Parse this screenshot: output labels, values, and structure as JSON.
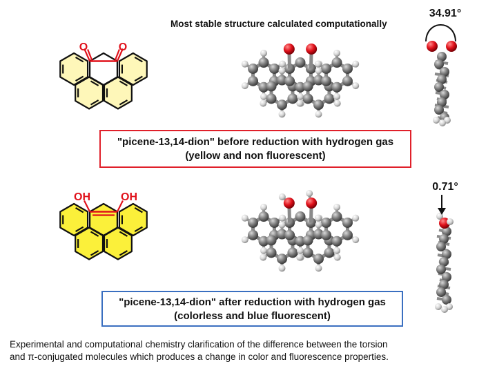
{
  "header": {
    "title": "Most stable structure calculated computationally"
  },
  "top": {
    "substituent": "O",
    "angle": "34.91°",
    "box_line1": "\"picene-13,14-dion\" before reduction with hydrogen gas",
    "box_line2": "(yellow and non fluorescent)",
    "fill_color": "#fef7b9",
    "border_color": "#e0202a"
  },
  "bottom": {
    "substituent": "OH",
    "angle": "0.71°",
    "box_line1": "\"picene-13,14-dion\" after reduction with hydrogen gas",
    "box_line2": "(colorless and blue fluorescent)",
    "fill_color": "#fbf03a",
    "border_color": "#3a6fc0"
  },
  "caption": {
    "line1": "Experimental and computational chemistry clarification of the difference between the torsion",
    "line2": "and π-conjugated molecules which produces a change in color and fluorescence properties."
  },
  "colors": {
    "oxygen": "#e0101a",
    "carbon": "#7d7d7d",
    "hydrogen": "#d4d4d4",
    "bond": "#111111"
  }
}
